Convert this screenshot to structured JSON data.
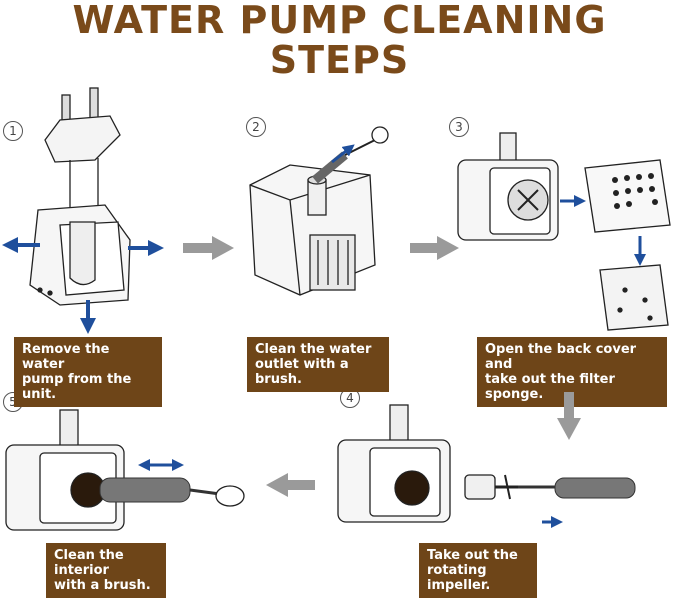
{
  "title": "WATER PUMP CLEANING STEPS",
  "steps": [
    {
      "number": "1",
      "caption": "Remove the water\npump from the unit."
    },
    {
      "number": "2",
      "caption": "Clean the water\noutlet with a brush."
    },
    {
      "number": "3",
      "caption": "Open the back cover and\ntake out the filter sponge."
    },
    {
      "number": "4",
      "caption": "Take out the\nrotating impeller."
    },
    {
      "number": "5",
      "caption": "Clean the interior\nwith a brush."
    }
  ],
  "colors": {
    "title": "#7a4a1a",
    "label_bg": "#6e4518",
    "blue_arrow": "#1f4f9c",
    "grey_arrow": "#9a9a9a"
  }
}
